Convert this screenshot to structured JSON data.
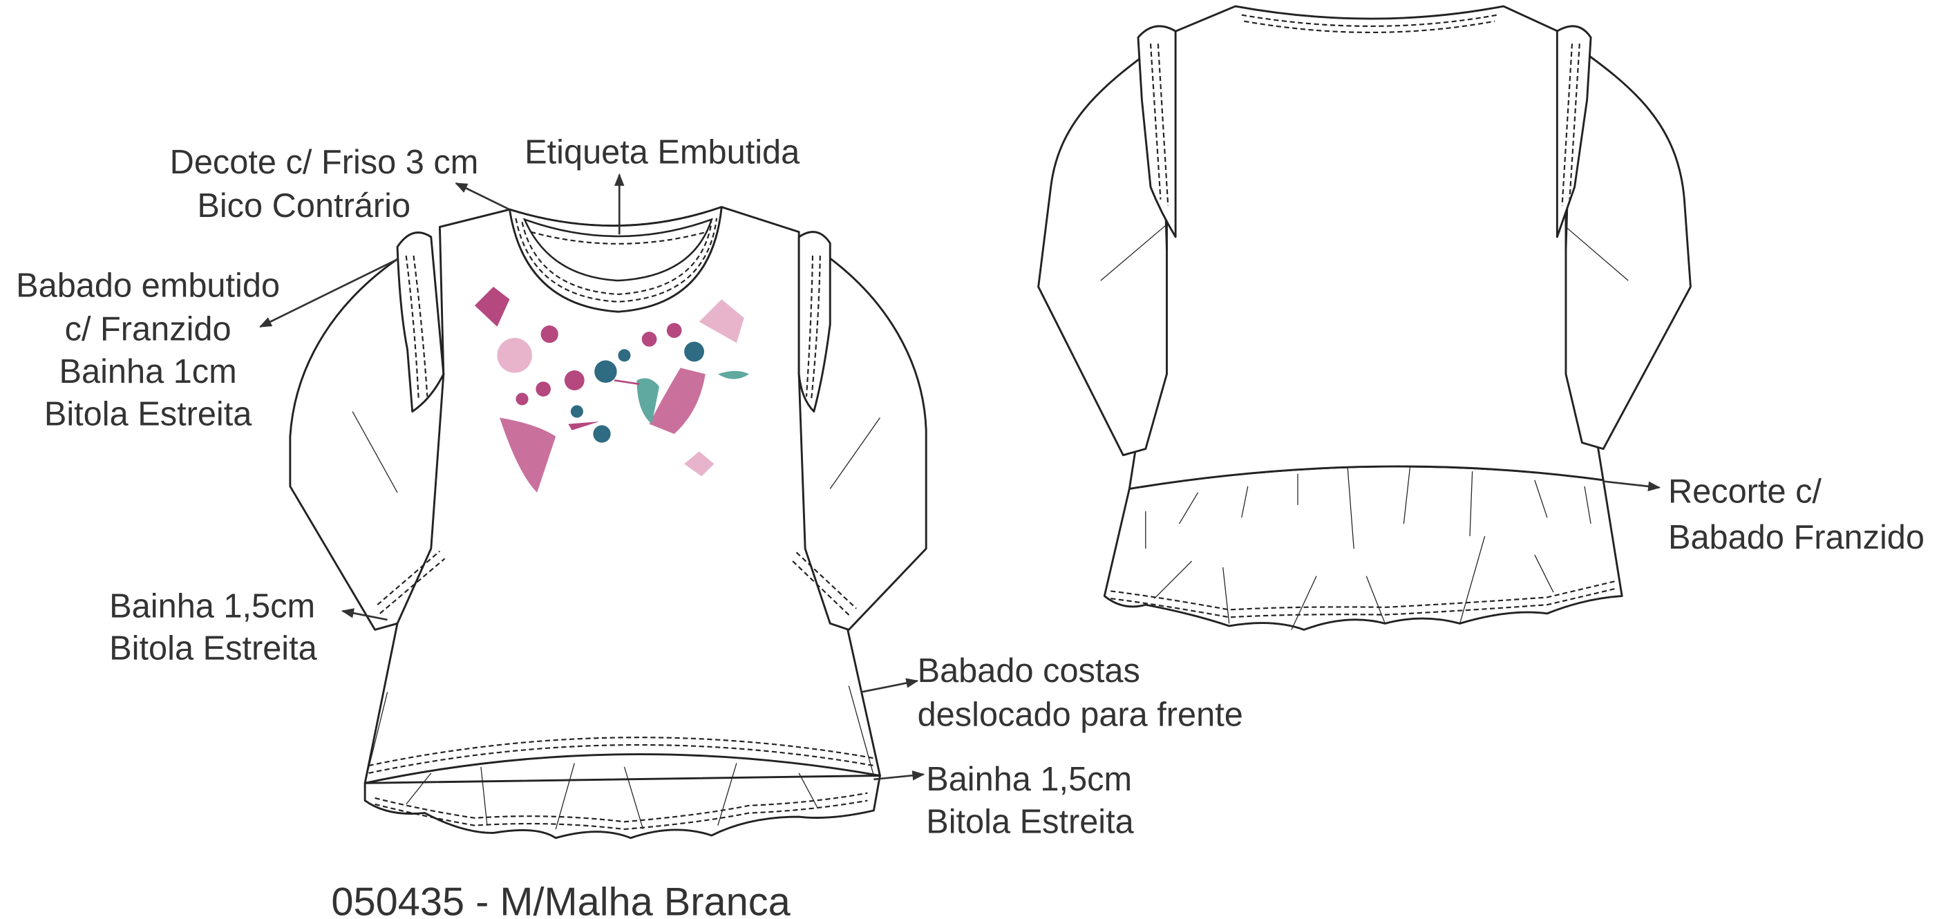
{
  "front_labels": {
    "etiqueta": "Etiqueta Embutida",
    "decote_line1": "Decote c/ Friso 3 cm",
    "decote_line2": "Bico Contrário",
    "babado_line1": "Babado embutido",
    "babado_line2": "c/ Franzido",
    "babado_line3": "Bainha 1cm",
    "babado_line4": "Bitola Estreita",
    "manga_line1": "Bainha 1,5cm",
    "manga_line2": "Bitola Estreita",
    "costas_line1": "Babado costas",
    "costas_line2": "deslocado para frente",
    "barra_line1": "Bainha 1,5cm",
    "barra_line2": "Bitola Estreita"
  },
  "back_labels": {
    "recorte_line1": "Recorte c/",
    "recorte_line2": "Babado Franzido"
  },
  "product_code": "050435 - M/Malha Branca",
  "colors": {
    "text": "#333333",
    "print_pink": "#b5487e",
    "print_light_pink": "#e8b4cc",
    "print_teal": "#2f6b83",
    "print_mint": "#5fa9a0"
  }
}
